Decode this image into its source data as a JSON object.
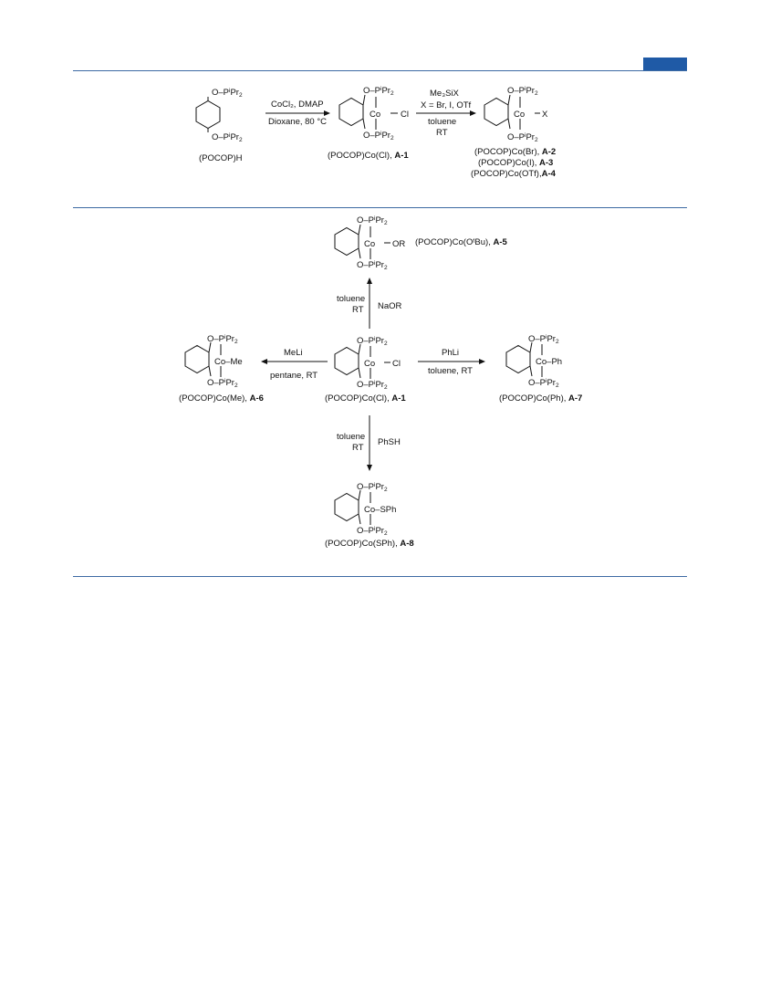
{
  "scheme1": {
    "start_label": "(POCOP)H",
    "step1_reagents": "CoCl₂, DMAP",
    "step1_conditions": "Dioxane, 80 °C",
    "a1_label": "(POCOP)Co(Cl), ",
    "a1_id": "A-1",
    "step2_reagents": "Me₃SiX",
    "step2_x": "X = Br, I, OTf",
    "step2_solvent": "toluene",
    "step2_temp": "RT",
    "products": [
      {
        "label": "(POCOP)Co(Br), ",
        "id": "A-2"
      },
      {
        "label": "(POCOP)Co(I), ",
        "id": "A-3"
      },
      {
        "label": "(POCOP)Co(OTf),",
        "id": "A-4"
      }
    ]
  },
  "scheme2": {
    "center_label": "(POCOP)Co(Cl), ",
    "center_id": "A-1",
    "up": {
      "solvent": "toluene",
      "temp": "RT",
      "reagent": "NaOR",
      "product": "(POCOP)Co(OᵗBu), ",
      "product_id": "A-5"
    },
    "left": {
      "reagent": "MeLi",
      "conditions": "pentane, RT",
      "product": "(POCOP)Co(Me), ",
      "product_id": "A-6"
    },
    "right": {
      "reagent": "PhLi",
      "conditions": "toluene, RT",
      "product": "(POCOP)Co(Ph), ",
      "product_id": "A-7"
    },
    "down": {
      "solvent": "toluene",
      "temp": "RT",
      "reagent": "PhSH",
      "product": "(POCOP)Co(SPh), ",
      "product_id": "A-8"
    }
  },
  "ligands": {
    "Cl": "Cl",
    "X": "X",
    "OR": "OR",
    "Me": "Me",
    "Ph": "Ph",
    "SPh": "SPh",
    "co": "Co"
  }
}
